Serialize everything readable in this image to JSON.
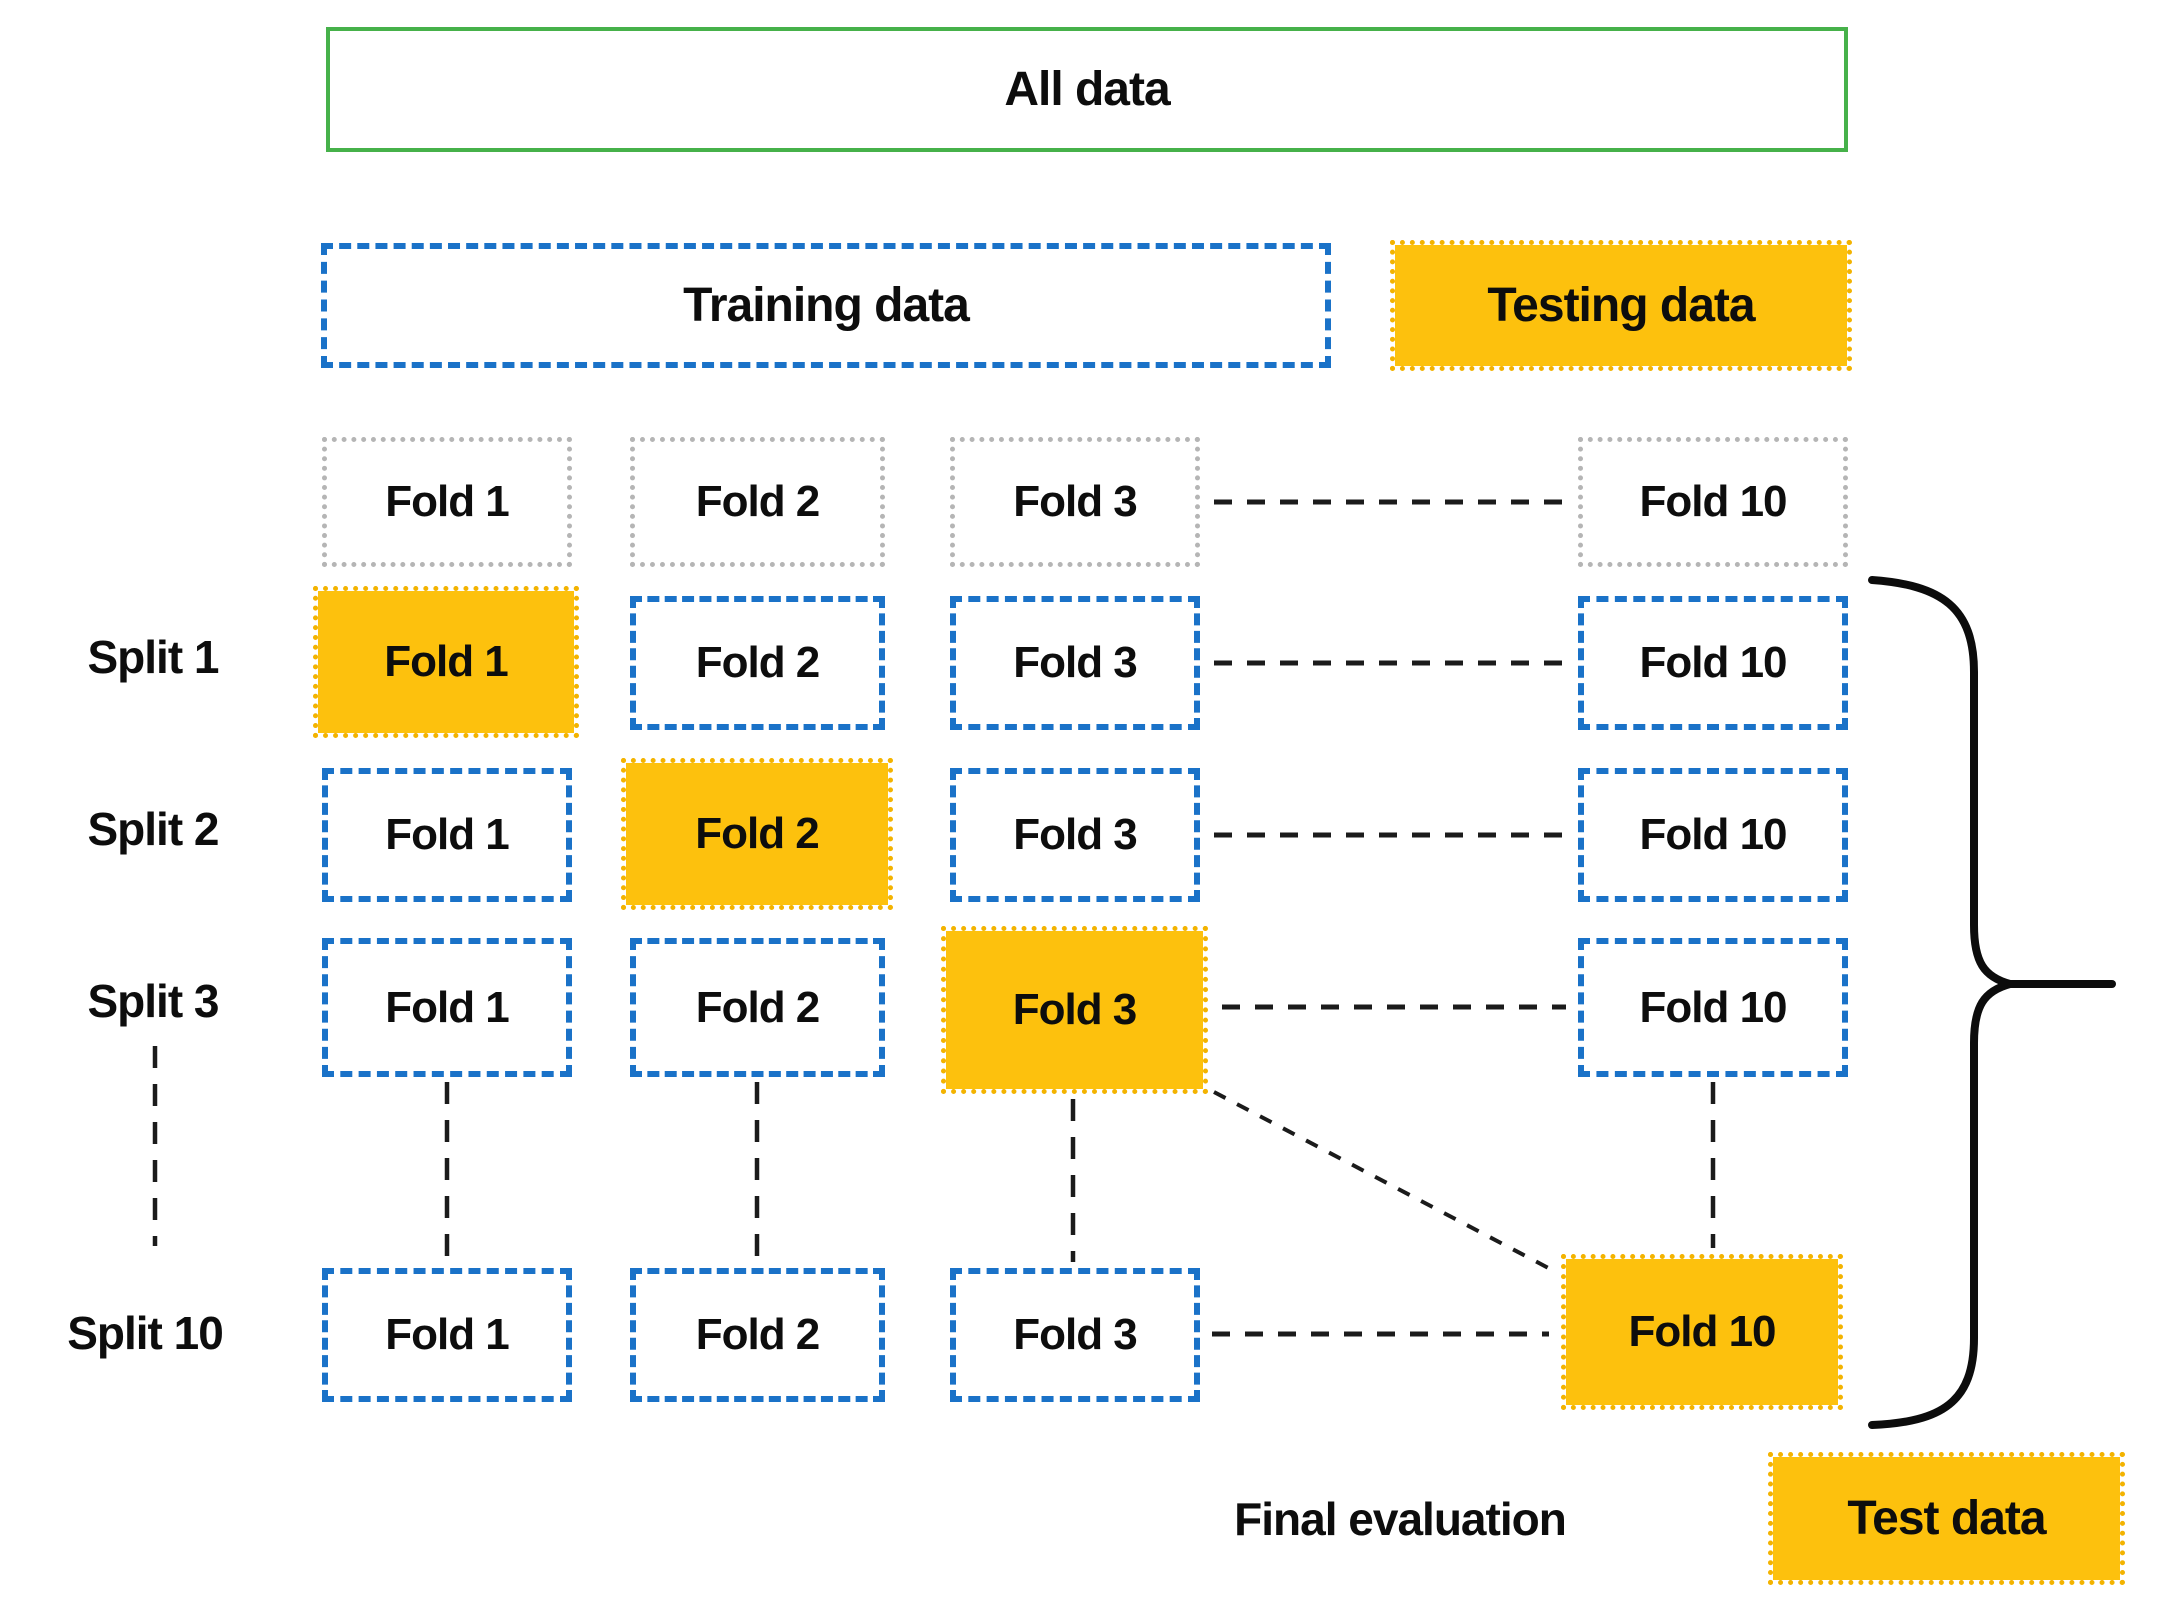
{
  "diagram": {
    "title_box": {
      "label": "All data"
    },
    "partition_row": {
      "training_label": "Training data",
      "testing_label": "Testing data"
    },
    "fold_header_row": {
      "folds": [
        "Fold 1",
        "Fold 2",
        "Fold 3",
        "Fold 10"
      ]
    },
    "splits": [
      {
        "label": "Split 1",
        "test_fold_index": 0,
        "folds": [
          "Fold 1",
          "Fold 2",
          "Fold 3",
          "Fold 10"
        ]
      },
      {
        "label": "Split 2",
        "test_fold_index": 1,
        "folds": [
          "Fold 1",
          "Fold 2",
          "Fold 3",
          "Fold 10"
        ]
      },
      {
        "label": "Split 3",
        "test_fold_index": 2,
        "folds": [
          "Fold 1",
          "Fold 2",
          "Fold 3",
          "Fold 10"
        ]
      },
      {
        "label": "Split 10",
        "test_fold_index": 3,
        "folds": [
          "Fold 1",
          "Fold 2",
          "Fold 3",
          "Fold 10"
        ]
      }
    ],
    "footer": {
      "final_evaluation_label": "Final evaluation",
      "test_data_label": "Test data"
    },
    "colors": {
      "all_data_border": "#46b14a",
      "train_fold_border": "#1a72c8",
      "header_fold_border": "#b5b5b5",
      "test_fold_fill": "#fdc10d",
      "connector": "#1b1b1b",
      "text": "#0d0d0d"
    }
  }
}
